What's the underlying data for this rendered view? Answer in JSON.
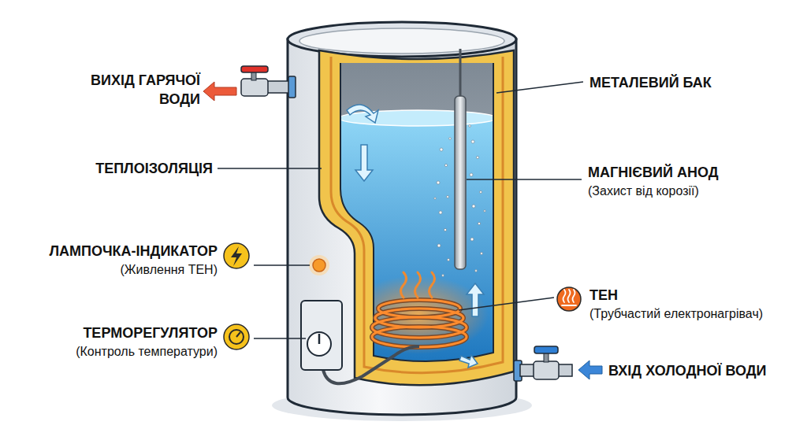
{
  "diagram": {
    "labels": [
      "ВИХІД ГАРЯЧОЇ ВОДИ",
      "МЕТАЛЕВИЙ БАК",
      "ТЕПЛОІЗОЛЯЦІЯ",
      "МАГНІЄВИЙ АНОД",
      "(Захист від корозії)",
      "ЛАМПОЧКА-ІНДИКАТОР",
      "(Живлення ТЕН)",
      "ТЕН",
      "(Трубчастий електронагрівач)",
      "ТЕРМОРЕГУЛЯТОР",
      "(Контроль температури)",
      "ВХІД ХОЛОДНОЇ ВОДИ"
    ]
  }
}
